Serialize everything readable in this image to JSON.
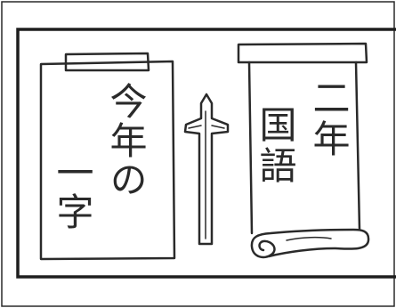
{
  "board": {
    "line1": "今年の",
    "line2": "一字"
  },
  "scroll": {
    "line1": "二年",
    "line2": "国語"
  },
  "colors": {
    "ink": "#2a2a2a",
    "paper": "#ffffff"
  },
  "icons": {
    "arrow": "up-arrow-icon"
  }
}
